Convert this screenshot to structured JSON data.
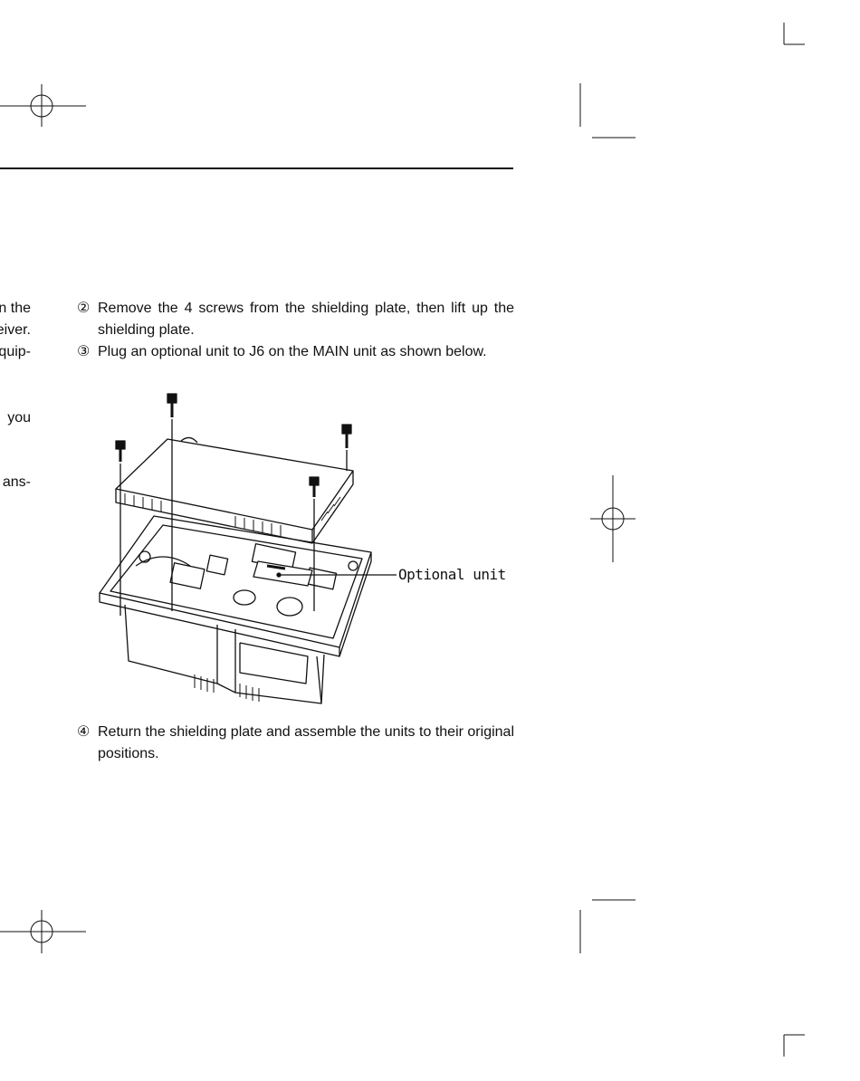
{
  "left_column_fragments": [
    "n the",
    "eiver.",
    "quip-",
    "you",
    "ans-"
  ],
  "steps": [
    {
      "num": "②",
      "text": "Remove the 4 screws from the shielding plate, then lift up the shielding plate."
    },
    {
      "num": "③",
      "text": "Plug an optional unit to J6 on the MAIN unit as shown below."
    },
    {
      "num": "④",
      "text": "Return the shielding plate and assemble the units to their original positions."
    }
  ],
  "figure": {
    "callout": "Optional unit"
  }
}
